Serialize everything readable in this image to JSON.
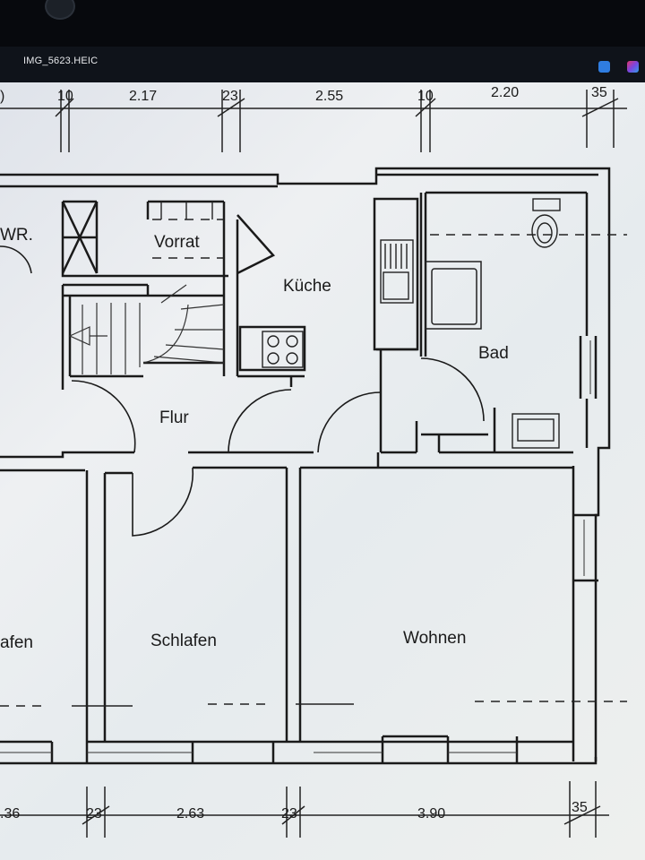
{
  "window": {
    "title": "IMG_5623.HEIC",
    "icons": [
      "edit-icon",
      "app-logo-icon"
    ],
    "accent_blue": "#2f7de1"
  },
  "floorplan": {
    "rooms": {
      "wr": "WR.",
      "vorrat": "Vorrat",
      "kueche": "Küche",
      "bad": "Bad",
      "flur": "Flur",
      "schlafen_left": "afen",
      "schlafen": "Schlafen",
      "wohnen": "Wohnen"
    },
    "dims_top": [
      "10",
      "2.17",
      "23",
      "2.55",
      "10",
      "2.20",
      "35"
    ],
    "dims_bottom": [
      ".36",
      "23",
      "2.63",
      "23",
      "3.90",
      "35"
    ]
  }
}
